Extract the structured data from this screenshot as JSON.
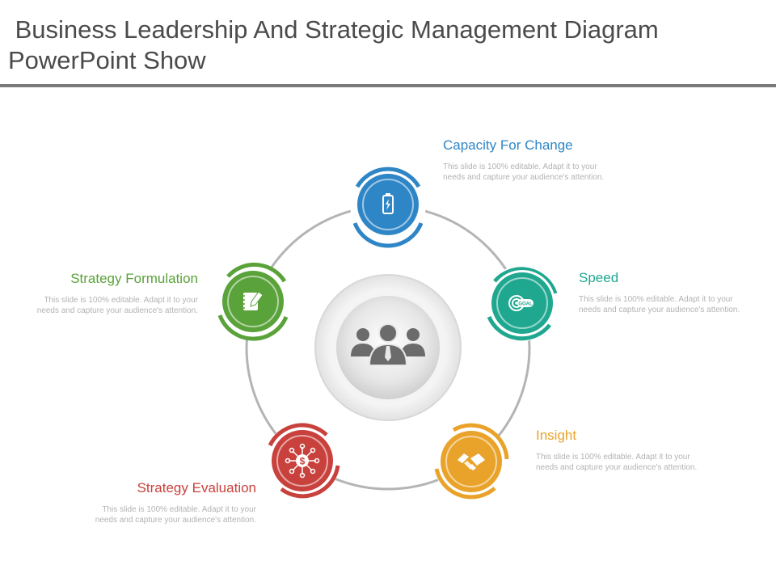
{
  "header": {
    "title": " Business Leadership And Strategic Management Diagram PowerPoint Show"
  },
  "diagram": {
    "center_icon": "business-team-icon",
    "nodes": [
      {
        "key": "capacity",
        "title": "Capacity For Change",
        "body": "This slide is 100% editable. Adapt it to your needs and capture your audience's attention.",
        "color": "#2f86c6",
        "icon": "battery-icon"
      },
      {
        "key": "speed",
        "title": "Speed",
        "body": "This slide is 100% editable. Adapt it to your needs and capture your audience's attention.",
        "color": "#1fa88f",
        "icon": "goal-target-icon",
        "icon_text": "GOAL"
      },
      {
        "key": "insight",
        "title": "Insight",
        "body": "This slide is 100% editable. Adapt it to your needs and capture your audience's attention.",
        "color": "#e9a32b",
        "icon": "handshake-icon"
      },
      {
        "key": "evaluation",
        "title": "Strategy Evaluation",
        "body": "This slide is 100% editable. Adapt it to your needs and capture your audience's attention.",
        "color": "#c8413c",
        "icon": "dollar-network-icon"
      },
      {
        "key": "formulation",
        "title": "Strategy Formulation",
        "body": "This slide is 100% editable. Adapt it to your needs and capture your audience's attention.",
        "color": "#5aa23a",
        "icon": "notepad-pen-icon"
      }
    ]
  }
}
